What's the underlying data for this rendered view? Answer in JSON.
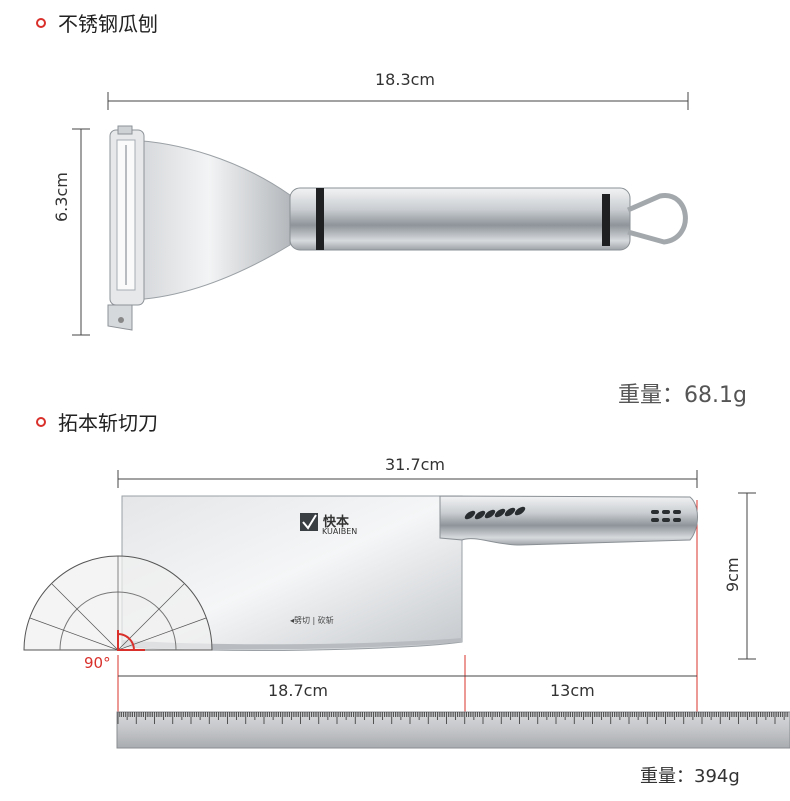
{
  "peeler": {
    "title": "不锈钢瓜刨",
    "length": "18.3cm",
    "height": "6.3cm",
    "weight": "重量：68.1g"
  },
  "cleaver": {
    "title": "拓本斩切刀",
    "length": "31.7cm",
    "height": "9cm",
    "blade_length": "18.7cm",
    "handle_length": "13cm",
    "weight": "重量：394g",
    "angle": "90°",
    "brand_cn": "快本",
    "brand_en": "KUAIBEN",
    "blade_mark": "◂劈切 | 砍斩"
  },
  "colors": {
    "accent": "#d9302b",
    "dimension_line": "#444444",
    "steel": "#c8ccd0"
  }
}
